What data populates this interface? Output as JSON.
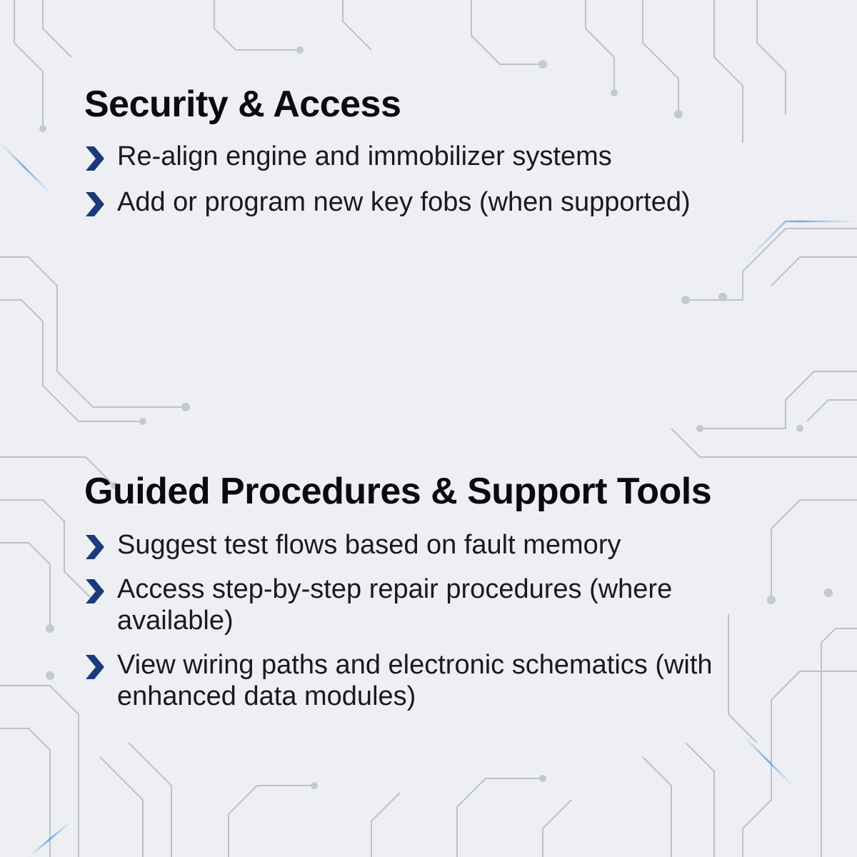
{
  "theme": {
    "accent": "#1a3a7a",
    "trace": "#b9bec8",
    "glow": "#7fb3e6"
  },
  "icons": {
    "bullet": "chevron-right-icon"
  },
  "sections": [
    {
      "title": "Security & Access",
      "items": [
        "Re-align engine and immobilizer systems",
        "Add or program new key fobs (when supported)"
      ]
    },
    {
      "title": "Guided Procedures & Support Tools",
      "items": [
        "Suggest test flows based on fault memory",
        "Access step-by-step repair procedures (where available)",
        "View wiring paths and electronic schematics (with enhanced data modules)"
      ]
    }
  ]
}
